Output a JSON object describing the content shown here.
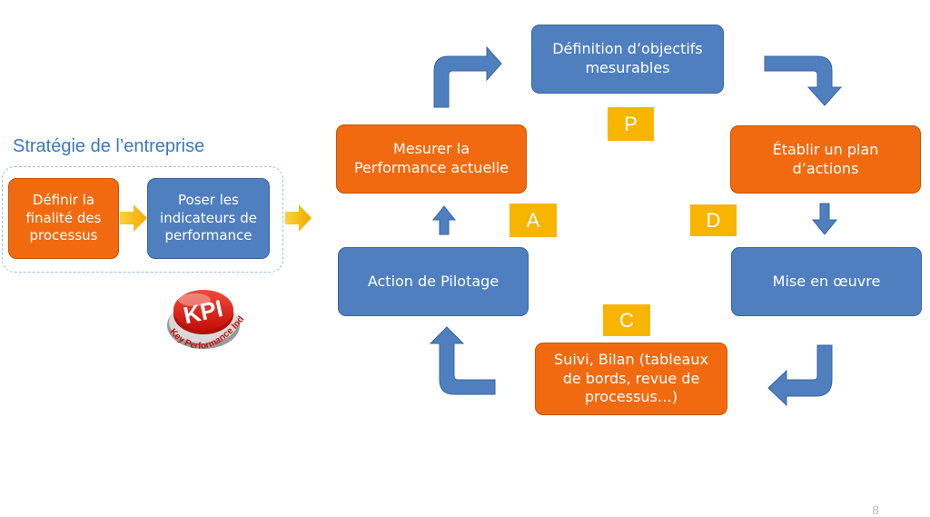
{
  "strategy": {
    "title": "Stratégie de l’entreprise",
    "step1": "Définir la\nfinalité des\nprocessus",
    "step2": "Poser les\nindicateurs de\nperformance"
  },
  "kpi": {
    "label": "KPI",
    "caption": "Key Performance Indicator"
  },
  "cycle": {
    "plan": "Définition d’objectifs\nmesurables",
    "do_plan": "Établir un plan\nd’actions",
    "implement": "Mise en œuvre",
    "check": "Suivi, Bilan (tableaux\nde bords, revue de\nprocessus…)",
    "act": "Action de Pilotage",
    "measure": "Mesurer la\nPerformance actuelle"
  },
  "letters": {
    "p": "P",
    "d": "D",
    "c": "C",
    "a": "A"
  },
  "page_number": "8",
  "colors": {
    "orange": "#f26a10",
    "blue": "#4f7fbf",
    "gold": "#f7b500",
    "title": "#3a78c2"
  }
}
